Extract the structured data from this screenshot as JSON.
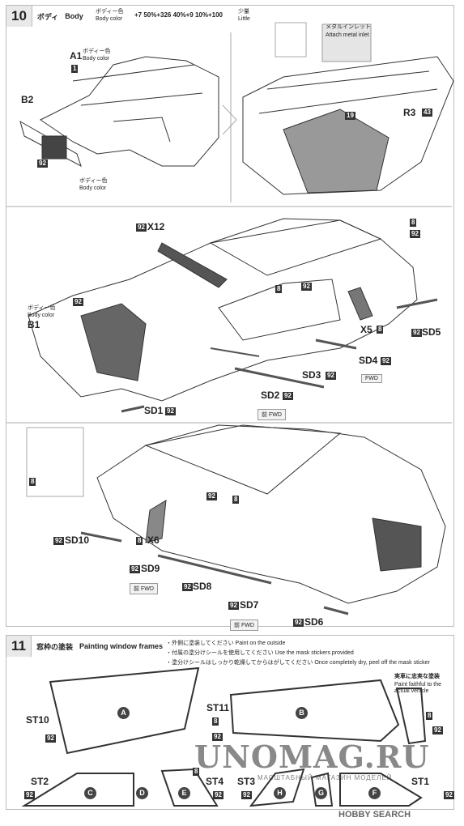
{
  "step10": {
    "num": "10",
    "title_jp": "ボディ",
    "title_en": "Body",
    "paint_note_jp": "ボディー色",
    "paint_note_en": "Body color",
    "paint_mix": "+7 50%+326 40%+9 10%+100",
    "little_jp": "少量",
    "little_en": "Little",
    "a1": "A1",
    "body_color_jp": "ボディー色",
    "body_color_en": "Body color",
    "one": "1",
    "b2": "B2",
    "b1": "B1",
    "n92": "92",
    "inlet_jp": "メタルインレット",
    "inlet_en": "Attach metal inlet",
    "n19": "19",
    "r3": "R3",
    "n43": "43",
    "x12": "X12",
    "n8": "8",
    "x5": "X5",
    "sd5": "SD5",
    "sd4": "SD4",
    "sd3": "SD3",
    "sd2": "SD2",
    "sd1": "SD1",
    "sd10": "SD10",
    "x6": "X6",
    "sd9": "SD9",
    "sd8": "SD8",
    "sd7": "SD7",
    "sd6": "SD6",
    "fwd": "FWD",
    "fwd_jp": "前 FWD"
  },
  "step11": {
    "num": "11",
    "title_jp": "窓枠の塗装",
    "title_en": "Painting window frames",
    "notes": [
      "・外側に塗装してください  Paint on the outside",
      "・付属の塗分けシールを使用してください  Use the mask stickers provided",
      "・塗分けシールはしっかり乾燥してからはがしてください  Once completely dry, peel off the mask sticker"
    ],
    "faithful_jp": "実車に忠実な塗装",
    "faithful_en": "Paint faithful to the actual vehicle",
    "st10": "ST10",
    "st11": "ST11",
    "st2": "ST2",
    "st4": "ST4",
    "st3": "ST3",
    "st1": "ST1",
    "a": "A",
    "b": "B",
    "c": "C",
    "d": "D",
    "e": "E",
    "h": "H",
    "g": "G",
    "f": "F",
    "n8": "8",
    "n92": "92"
  },
  "watermark": {
    "main": "UNOMAG.RU",
    "sub": "МАСШТАБНЫЙ МАГАЗИН МОДЕЛЕЙ"
  },
  "logo": "HOBBY SEARCH"
}
